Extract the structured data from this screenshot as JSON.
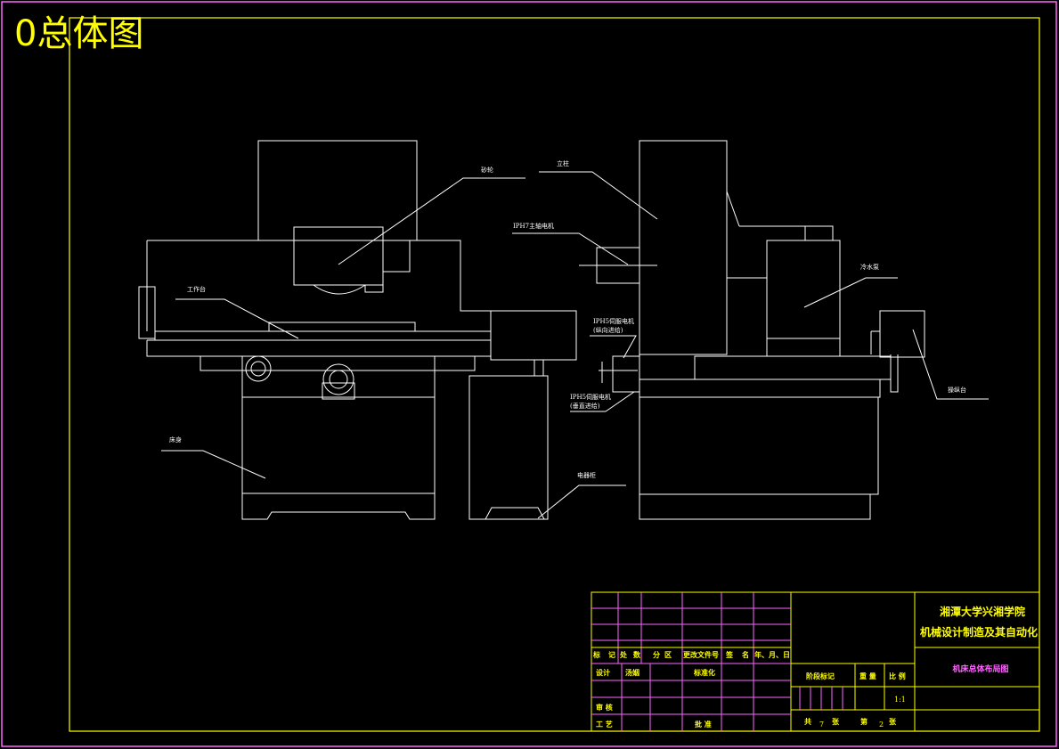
{
  "drawing": {
    "heading": "0总体图"
  },
  "callouts": {
    "grinding_wheel": "砂轮",
    "column": "立柱",
    "spindle_motor": "IPH7主轴电机",
    "worktable": "工作台",
    "coolant_tank": "冷水泵",
    "servo_longitudinal": "IPH5伺服电机",
    "servo_longitudinal_note": "(纵向进给)",
    "servo_vertical": "IPH5伺服电机",
    "servo_vertical_note": "(垂直进给)",
    "control_panel": "操纵台",
    "bed": "床身",
    "electrical_cabinet": "电器柜"
  },
  "title_block": {
    "school_line1": "湘潭大学兴湘学院",
    "school_line2": "机械设计制造及其自动化",
    "drawing_name": "机床总体布局图",
    "header_labels": [
      "标",
      "记",
      "处",
      "数",
      "分",
      "区",
      "更改文件号",
      "签",
      "名",
      "年、月、日"
    ],
    "design": "设计",
    "designer": "汤姻",
    "standardization": "标准化",
    "stage_mark": "阶段标记",
    "weight": "重 量",
    "scale_label": "比 例",
    "scale": "1:1",
    "review": "审 核",
    "process": "工 艺",
    "approve": "批 准",
    "total_prefix": "共",
    "total_sheets": "7",
    "total_suffix": "张",
    "sheet_prefix": "第",
    "sheet_no": "2",
    "sheet_suffix": "张"
  },
  "colors": {
    "background": "#000000",
    "frame": "#ffff00",
    "outer_frame": "#ff66ff",
    "drawing_lines": "#ffffff",
    "grid": "#ff66ff",
    "title_text": "#ffff00",
    "drawing_name_text": "#ff66ff"
  }
}
